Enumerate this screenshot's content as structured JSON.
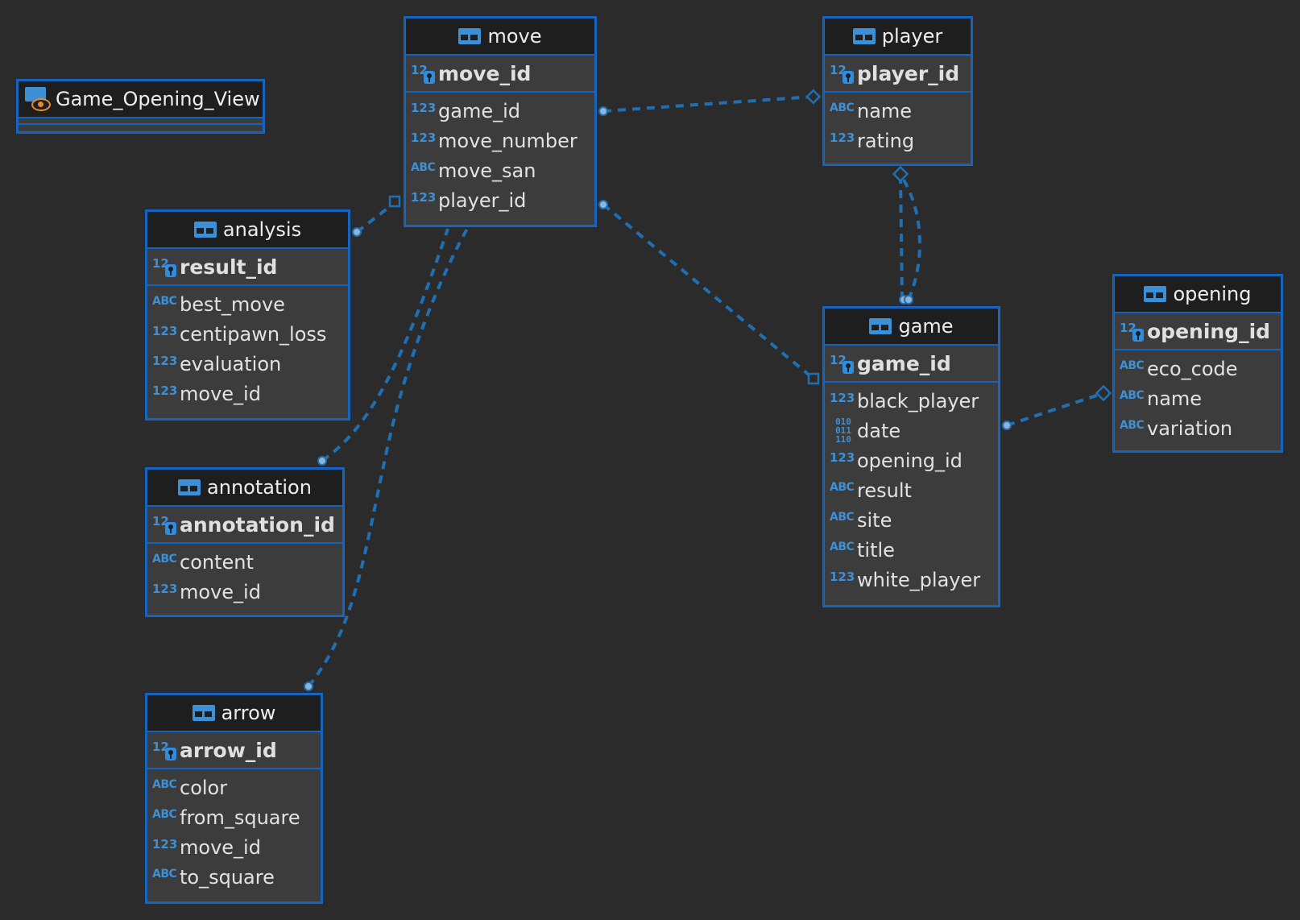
{
  "diagram": {
    "view": {
      "name": "Game_Opening_View",
      "icon": "view-eye-icon"
    },
    "entities": {
      "move": {
        "name": "move",
        "pk": "move_id",
        "columns": [
          {
            "type": "123",
            "name": "game_id"
          },
          {
            "type": "123",
            "name": "move_number"
          },
          {
            "type": "ABC",
            "name": "move_san"
          },
          {
            "type": "123",
            "name": "player_id"
          }
        ]
      },
      "player": {
        "name": "player",
        "pk": "player_id",
        "columns": [
          {
            "type": "ABC",
            "name": "name"
          },
          {
            "type": "123",
            "name": "rating"
          }
        ]
      },
      "analysis": {
        "name": "analysis",
        "pk": "result_id",
        "columns": [
          {
            "type": "ABC",
            "name": "best_move"
          },
          {
            "type": "123",
            "name": "centipawn_loss"
          },
          {
            "type": "123",
            "name": "evaluation"
          },
          {
            "type": "123",
            "name": "move_id"
          }
        ]
      },
      "annotation": {
        "name": "annotation",
        "pk": "annotation_id",
        "columns": [
          {
            "type": "ABC",
            "name": "content"
          },
          {
            "type": "123",
            "name": "move_id"
          }
        ]
      },
      "arrow": {
        "name": "arrow",
        "pk": "arrow_id",
        "columns": [
          {
            "type": "ABC",
            "name": "color"
          },
          {
            "type": "ABC",
            "name": "from_square"
          },
          {
            "type": "123",
            "name": "move_id"
          },
          {
            "type": "ABC",
            "name": "to_square"
          }
        ]
      },
      "game": {
        "name": "game",
        "pk": "game_id",
        "columns": [
          {
            "type": "123",
            "name": "black_player"
          },
          {
            "type": "BIN",
            "name": "date"
          },
          {
            "type": "123",
            "name": "opening_id"
          },
          {
            "type": "ABC",
            "name": "result"
          },
          {
            "type": "ABC",
            "name": "site"
          },
          {
            "type": "ABC",
            "name": "title"
          },
          {
            "type": "123",
            "name": "white_player"
          }
        ]
      },
      "opening": {
        "name": "opening",
        "pk": "opening_id",
        "columns": [
          {
            "type": "ABC",
            "name": "eco_code"
          },
          {
            "type": "ABC",
            "name": "name"
          },
          {
            "type": "ABC",
            "name": "variation"
          }
        ]
      }
    },
    "relationships": [
      {
        "from": "move",
        "to": "player"
      },
      {
        "from": "move",
        "to": "game"
      },
      {
        "from": "analysis",
        "to": "move"
      },
      {
        "from": "annotation",
        "to": "move"
      },
      {
        "from": "arrow",
        "to": "move"
      },
      {
        "from": "game",
        "to": "player"
      },
      {
        "from": "game",
        "to": "player"
      },
      {
        "from": "game",
        "to": "opening"
      }
    ],
    "colors": {
      "background": "#2b2b2b",
      "border": "#1565c0",
      "header": "#1e1e1e",
      "body": "#3c3c3c",
      "type_icon": "#3d8fd6",
      "view_eye": "#e8892b"
    }
  }
}
